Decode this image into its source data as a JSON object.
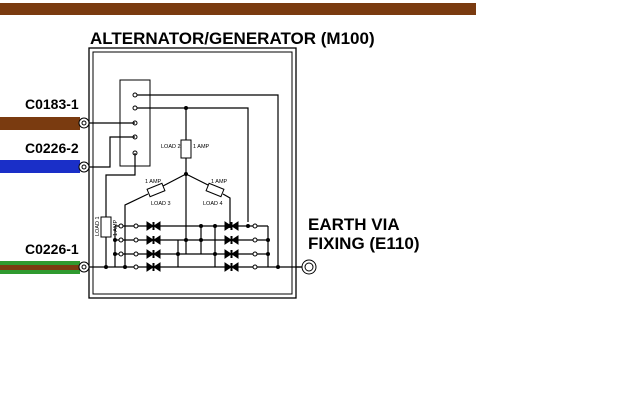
{
  "title": "ALTERNATOR/GENERATOR (M100)",
  "earth_label_line1": "EARTH VIA",
  "earth_label_line2": "FIXING (E110)",
  "connectors": [
    {
      "name": "C0183-1",
      "wire_color": "#7a3b10",
      "stripe_color": ""
    },
    {
      "name": "C0226-2",
      "wire_color": "#1a2fc8",
      "stripe_color": ""
    },
    {
      "name": "C0226-1",
      "wire_color": "#7a3b10",
      "stripe_color": "#2f9a2f"
    }
  ],
  "top_bar_color": "#7a3b10",
  "components": {
    "load1": {
      "name": "LOAD 1",
      "rating": "1 AMP"
    },
    "load2": {
      "name": "LOAD 2",
      "rating": "1 AMP"
    },
    "load3": {
      "name": "LOAD 3",
      "rating": "1 AMP"
    },
    "load4": {
      "name": "LOAD 4",
      "rating": "1 AMP"
    }
  }
}
